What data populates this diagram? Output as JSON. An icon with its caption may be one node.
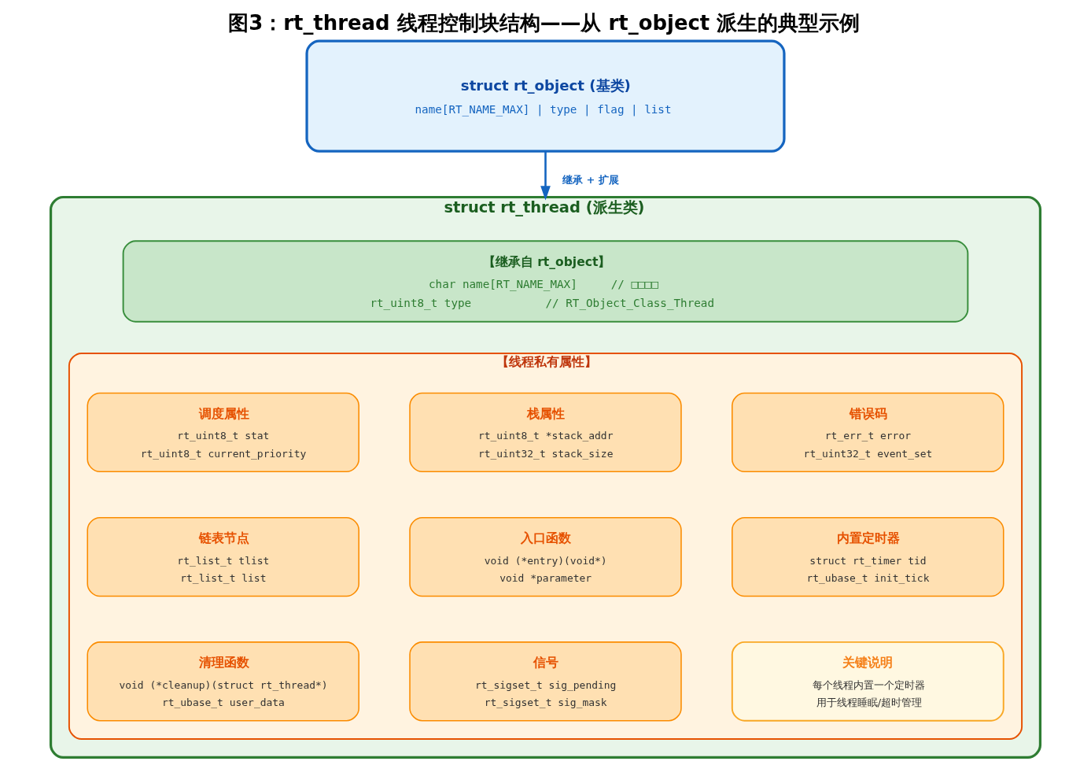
{
  "diagram": {
    "title": "图3：rt_thread 线程控制块结构——从 rt_object 派生的典型示例",
    "nodes": [
      {
        "text": [
          "struct rt_object (基类)",
          "name[RT_NAME_MAX] | type | flag | list"
        ]
      },
      {
        "text": [
          "struct rt_thread (派生类)"
        ]
      },
      {
        "text": [
          "【继承自 rt_object】",
          "char name[RT_NAME_MAX]     // □□□□",
          "rt_uint8_t type           // RT_Object_Class_Thread"
        ],
        "in": 1
      },
      {
        "text": [
          "【线程私有属性】"
        ],
        "in": 1
      },
      {
        "text": [
          "调度属性",
          "rt_uint8_t stat",
          "rt_uint8_t current_priority"
        ],
        "in": 3
      },
      {
        "text": [
          "栈属性",
          "rt_uint8_t *stack_addr",
          "rt_uint32_t stack_size"
        ],
        "in": 3
      },
      {
        "text": [
          "错误码",
          "rt_err_t error",
          "rt_uint32_t event_set"
        ],
        "in": 3
      },
      {
        "text": [
          "链表节点",
          "rt_list_t tlist",
          "rt_list_t list"
        ],
        "in": 3
      },
      {
        "text": [
          "入口函数",
          "void (*entry)(void*)",
          "void *parameter"
        ],
        "in": 3
      },
      {
        "text": [
          "内置定时器",
          "struct rt_timer tid",
          "rt_ubase_t init_tick"
        ],
        "in": 3
      },
      {
        "text": [
          "清理函数",
          "void (*cleanup)(struct rt_thread*)",
          "rt_ubase_t user_data"
        ],
        "in": 3
      },
      {
        "text": [
          "信号",
          "rt_sigset_t sig_pending",
          "rt_sigset_t sig_mask"
        ],
        "in": 3
      },
      {
        "text": [
          "关键说明",
          "每个线程内置一个定时器",
          "用于线程睡眠/超时管理"
        ],
        "in": 3
      }
    ],
    "edges": [
      {
        "from": 0,
        "to": 1,
        "arrow": "to",
        "label": "继承 + 扩展"
      }
    ]
  }
}
